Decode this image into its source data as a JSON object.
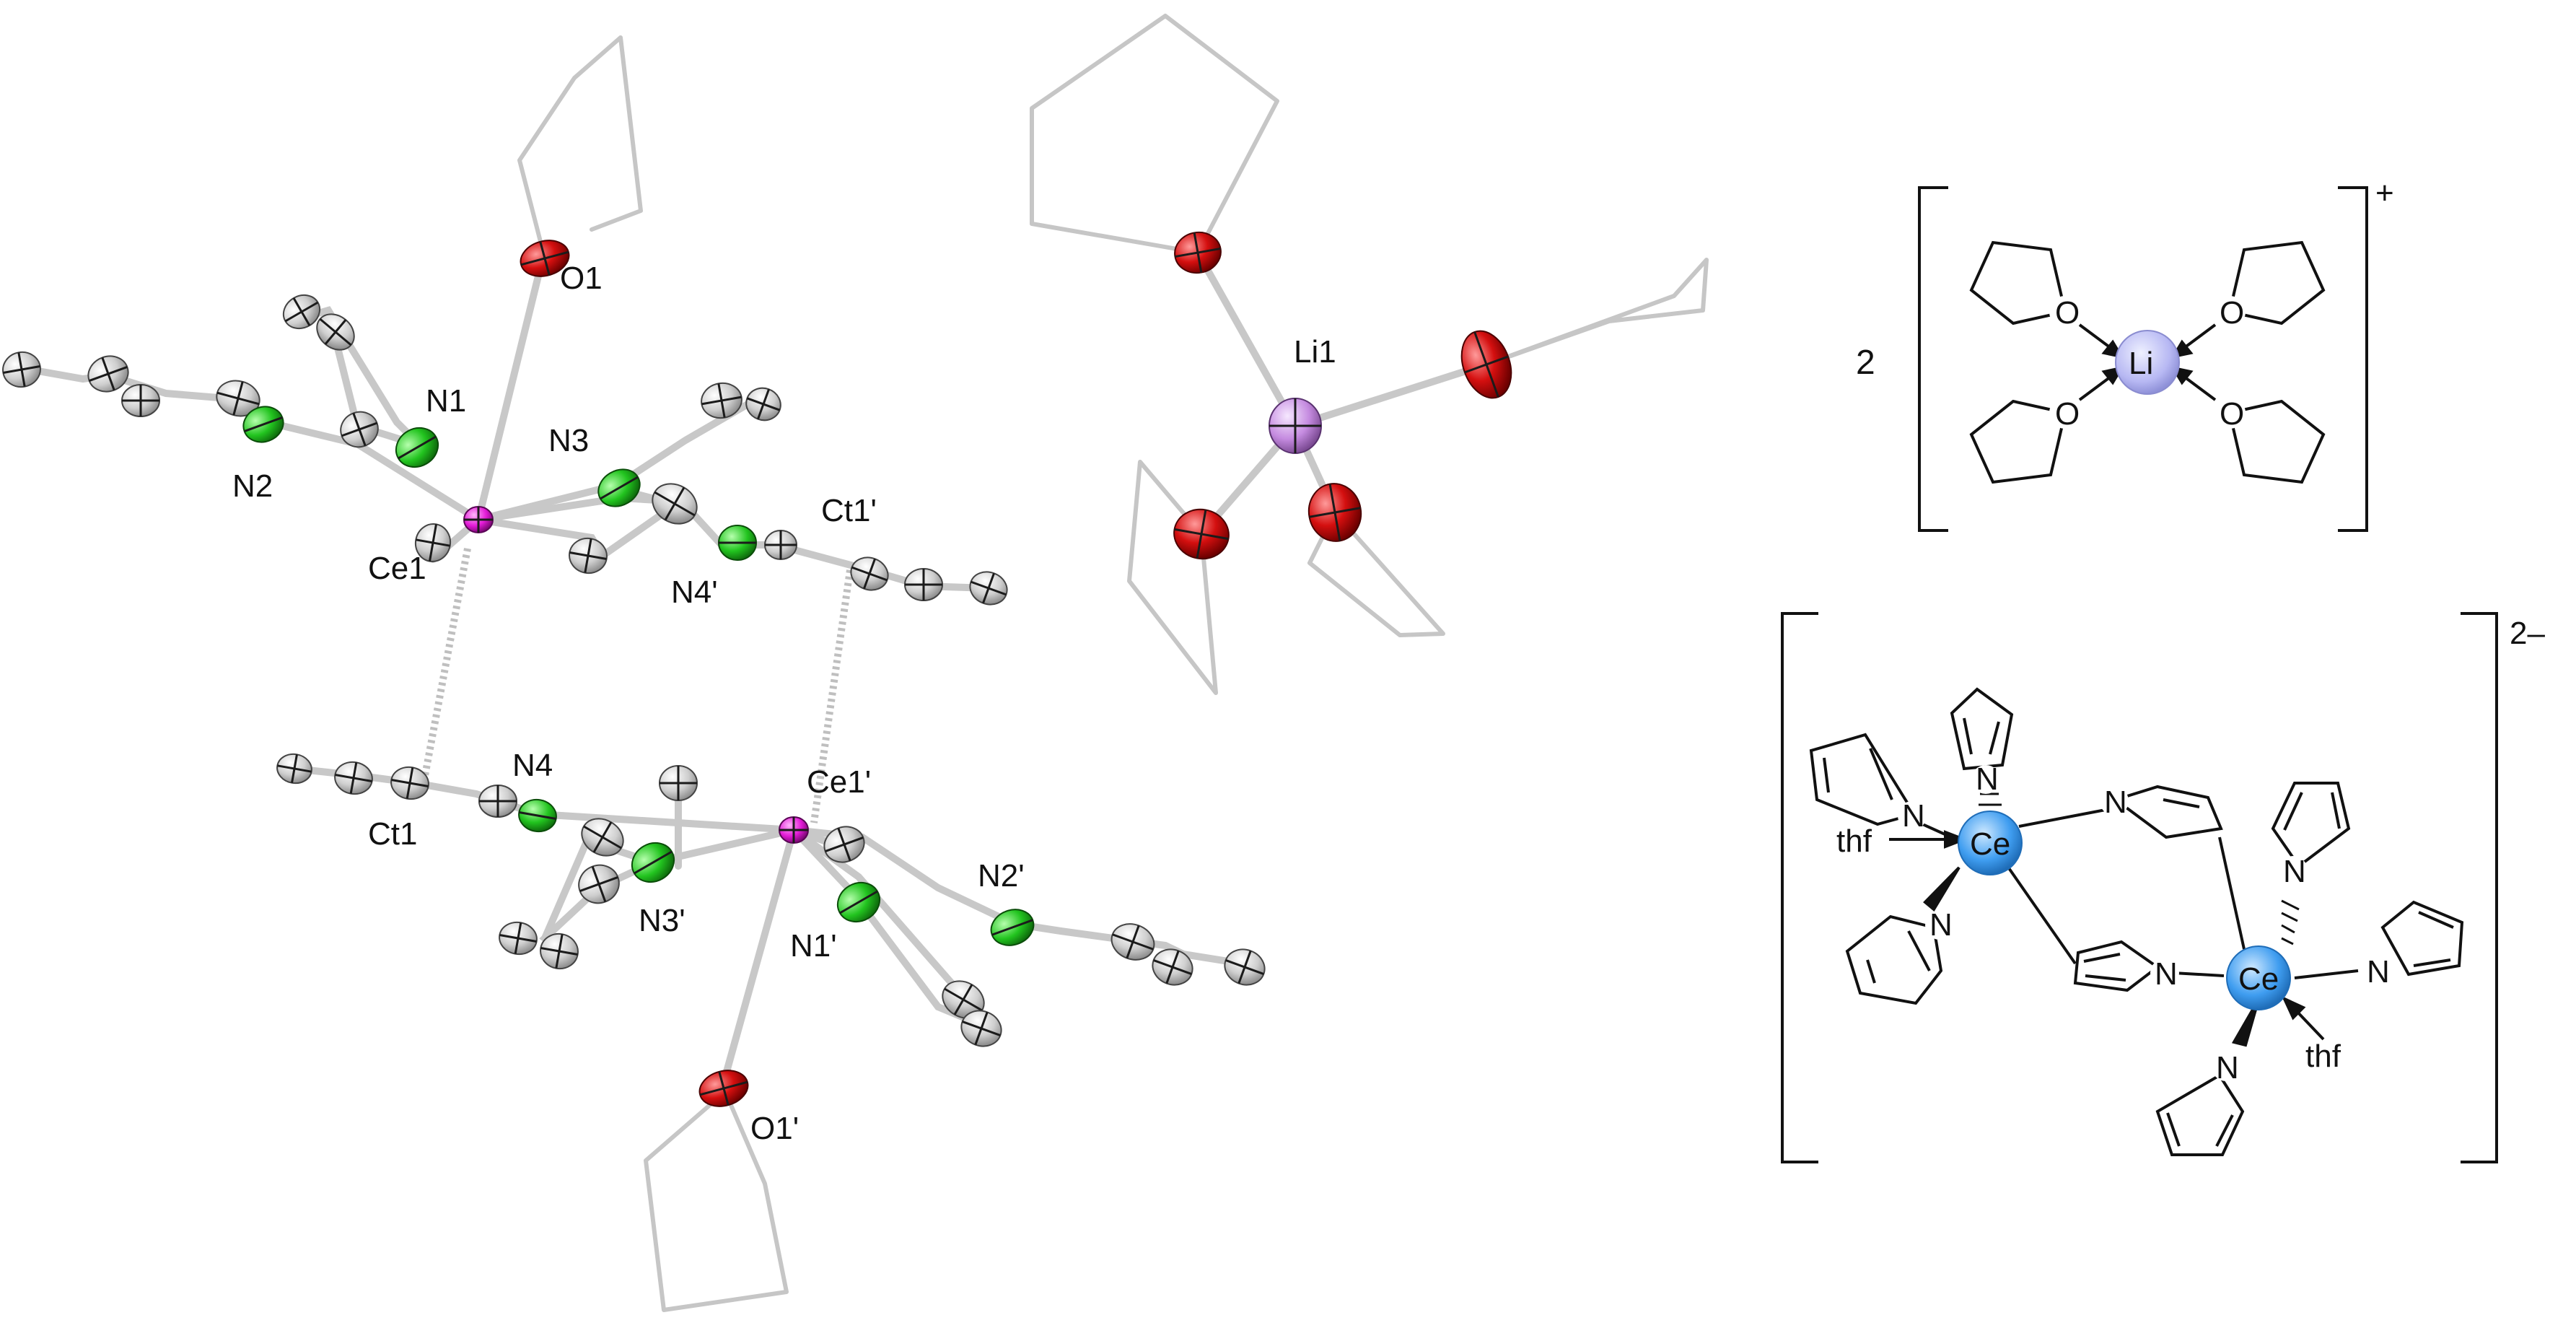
{
  "left_structure": {
    "labels": {
      "o1": "O1",
      "n1": "N1",
      "n2": "N2",
      "n3": "N3",
      "ce1": "Ce1",
      "n4p": "N4'",
      "ct1p": "Ct1'",
      "n4": "N4",
      "ce1p": "Ce1'",
      "ct1": "Ct1",
      "n3p": "N3'",
      "n1p": "N1'",
      "n2p": "N2'",
      "o1p": "O1'"
    }
  },
  "middle_structure": {
    "labels": {
      "li1": "Li1"
    }
  },
  "cation_scheme": {
    "coefficient": "2",
    "charge": "+",
    "center": "Li",
    "donor_atom": "O"
  },
  "anion_scheme": {
    "charge": "2–",
    "metal": "Ce",
    "pyrrole_n": "N",
    "solvent": "thf"
  },
  "colors": {
    "carbon": "#d6d6d6",
    "nitrogen": "#22c41f",
    "oxygen": "#d40f0f",
    "cerium": "#e21ad6",
    "lithium": "#c58be0",
    "li_scheme_fill": "#b7b8f3",
    "ce_scheme_fill": "#3f9df0"
  },
  "icons": {
    "thermal_ellipsoid": "ellipsoid-icon",
    "pyrrolide_ring": "pyrrole-ring-icon",
    "thf_ring": "thf-ring-icon"
  }
}
